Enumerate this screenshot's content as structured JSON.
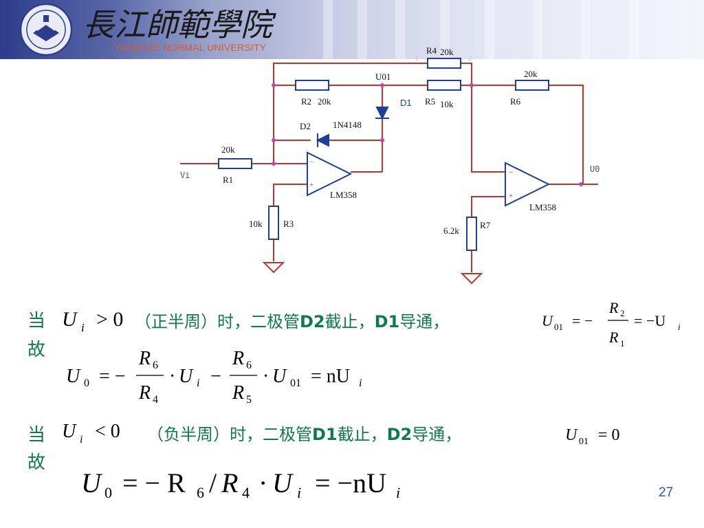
{
  "header": {
    "univ_name_cn": "長江師範學院",
    "univ_name_en": "YANGTZE NORMAL UNIVERSITY",
    "accent": "#d95a2b",
    "logo_icon": "university-seal-icon"
  },
  "circuit": {
    "r4_label": "R4",
    "r4_value": "20k",
    "pin1": "1",
    "pin2": "2",
    "u01_label": "U01",
    "r2_label": "R2",
    "r2_value": "20k",
    "d1_label": "D1",
    "r5_label": "R5",
    "r5_value": "10k",
    "r6_value": "20k",
    "r6_label": "R6",
    "d2_label": "D2",
    "d2_part": "1N4148",
    "r1_value": "20k",
    "r1_label": "R1",
    "vi_label": "Vi",
    "opamp1_part": "LM358",
    "opamp2_part": "LM358",
    "r3_value": "10k",
    "r3_label": "R3",
    "r7_value": "6.2k",
    "r7_label": "R7",
    "u0_label": "U0",
    "minus": "−",
    "plus": "+"
  },
  "text": {
    "when1": "当",
    "cond1_text": "（正半周）时，二极管",
    "d2_bold": "D2",
    "cutoff1": "截止，",
    "d1_bold": "D1",
    "conduct1": "导通，",
    "gu1": "故",
    "when2": "当",
    "cond2_text": "（负半周）时，二极管",
    "d1_bold2": "D1",
    "cutoff2": "截止，",
    "d2_bold2": "D2",
    "conduct2": "导通，",
    "gu2": "故"
  },
  "math": {
    "U": "U",
    "i": "i",
    "gt0": "> 0",
    "lt0": "< 0",
    "sub01": "01",
    "sub0": "0",
    "eq_neg": "= −",
    "eq": "=",
    "neg_U": "= −U",
    "R": "R",
    "two": "2",
    "one": "1",
    "six": "6",
    "four": "4",
    "five": "5",
    "dot": "·",
    "minus": "−",
    "nU": "= nU",
    "zero": "= 0",
    "eq_negR": "= − R",
    "slash": "/",
    "eq_negnU": "= −nU"
  },
  "footer": {
    "page_number": "27",
    "page_color": "#2b55c8"
  }
}
